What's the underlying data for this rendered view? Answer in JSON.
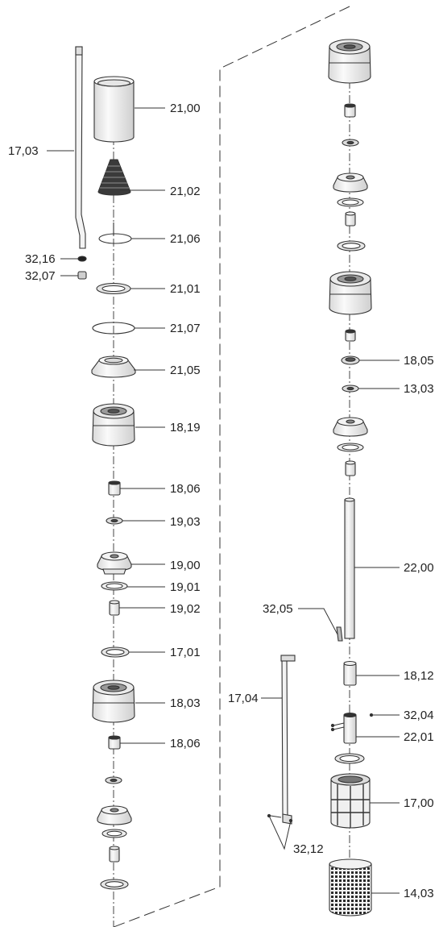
{
  "labels": {
    "l1703": "17,03",
    "l3216": "32,16",
    "l3207": "32,07",
    "l2100": "21,00",
    "l2102": "21,02",
    "l2106": "21,06",
    "l2101": "21,01",
    "l2107": "21,07",
    "l2105": "21,05",
    "l1819": "18,19",
    "l1806a": "18,06",
    "l1903": "19,03",
    "l1900": "19,00",
    "l1901": "19,01",
    "l1902": "19,02",
    "l1701": "17,01",
    "l1803": "18,03",
    "l1806b": "18,06",
    "l1805": "18,05",
    "l1303": "13,03",
    "l2200": "22,00",
    "l3205": "32,05",
    "l1704": "17,04",
    "l1812": "18,12",
    "l3204": "32,04",
    "l2201": "22,01",
    "l1700": "17,00",
    "l3212": "32,12",
    "l1403": "14,03"
  },
  "colors": {
    "line": "#333333",
    "part_fill": "#f1f1f1",
    "dark_part": "#3a3a3a",
    "background": "#ffffff"
  }
}
